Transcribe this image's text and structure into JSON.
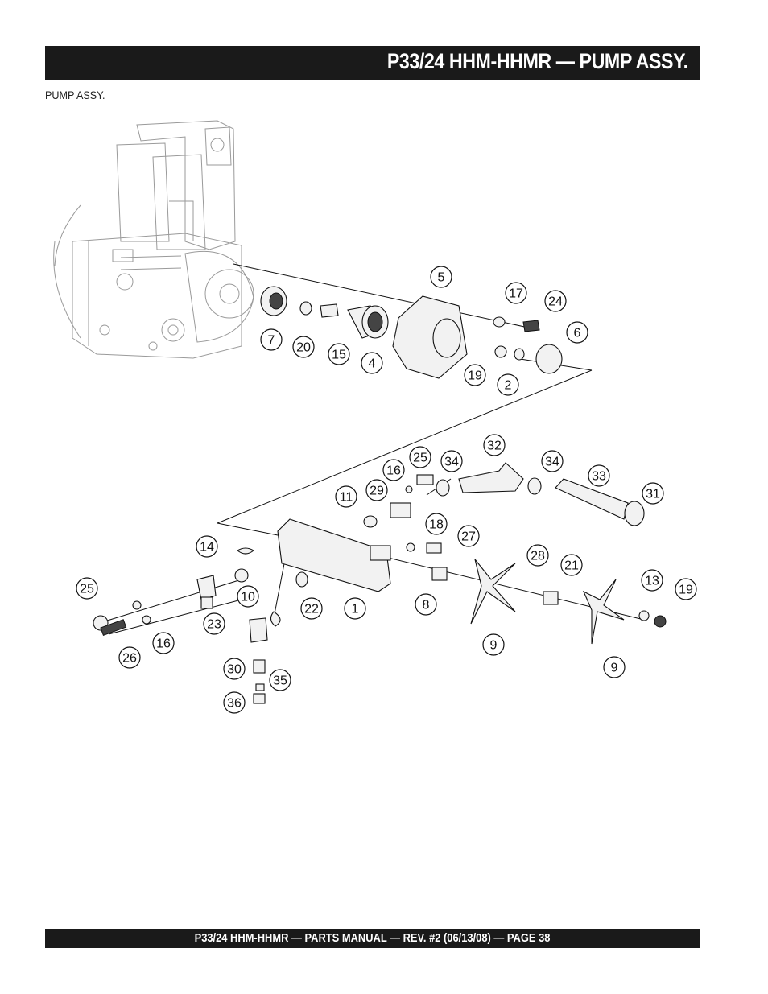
{
  "header": {
    "title": "P33/24 HHM-HHMR — PUMP ASSY."
  },
  "subtitle": "PUMP ASSY.",
  "footer": {
    "text": "P33/24 HHM-HHMR — PARTS MANUAL — REV. #2 (06/13/08) — PAGE 38"
  },
  "callouts": [
    "5",
    "17",
    "24",
    "6",
    "7",
    "20",
    "15",
    "4",
    "19",
    "2",
    "32",
    "16",
    "25",
    "34",
    "34",
    "33",
    "11",
    "29",
    "31",
    "18",
    "27",
    "14",
    "28",
    "21",
    "13",
    "19",
    "25",
    "10",
    "22",
    "1",
    "8",
    "23",
    "16",
    "26",
    "9",
    "9",
    "30",
    "35",
    "36"
  ]
}
